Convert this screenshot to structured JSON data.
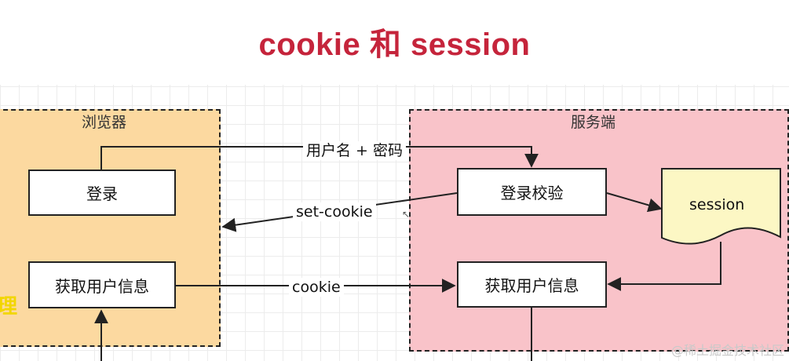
{
  "title": "cookie 和 session",
  "zones": {
    "browser": "浏览器",
    "server": "服务端"
  },
  "nodes": {
    "login": "登录",
    "get_user_info_browser": "获取用户信息",
    "login_check": "登录校验",
    "get_user_info_server": "获取用户信息",
    "session": "session"
  },
  "edges": {
    "username_password": "用户名 + 密码",
    "set_cookie": "set-cookie",
    "cookie": "cookie"
  },
  "side_mark": "理",
  "watermark": "@稀土掘金技术社区",
  "colors": {
    "title": "#c5243b",
    "browser_zone": "#fcd9a0",
    "server_zone": "#f9c3c9",
    "session_doc": "#fcf7c4"
  }
}
